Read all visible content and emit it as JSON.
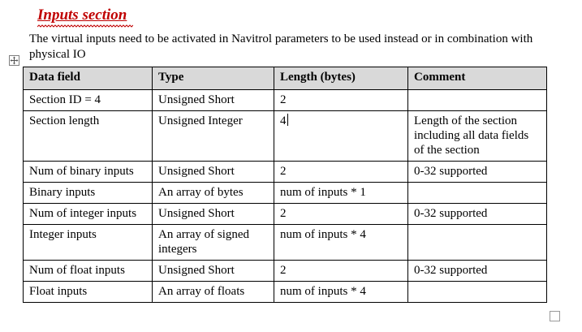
{
  "document": {
    "heading": "Inputs section",
    "intro": "The virtual inputs need to be activated in Navitrol parameters to be used instead or in combination with physical IO"
  },
  "colors": {
    "heading": "#c00000",
    "header_fill": "#d9d9d9"
  },
  "table": {
    "headers": [
      "Data field",
      "Type",
      "Length (bytes)",
      "Comment"
    ],
    "rows": [
      [
        "Section ID = 4",
        "Unsigned Short",
        "2",
        ""
      ],
      [
        "Section length",
        "Unsigned Integer",
        "4",
        "Length of the section including all data fields of the section"
      ],
      [
        "Num of binary inputs",
        "Unsigned Short",
        "2",
        "0-32 supported"
      ],
      [
        "Binary inputs",
        "An array of bytes",
        "num of inputs * 1",
        ""
      ],
      [
        "Num of integer inputs",
        "Unsigned Short",
        "2",
        "0-32 supported"
      ],
      [
        "Integer inputs",
        "An array of signed integers",
        "num of inputs * 4",
        ""
      ],
      [
        "Num of float inputs",
        "Unsigned Short",
        "2",
        "0-32 supported"
      ],
      [
        "Float inputs",
        "An array of floats",
        "num of inputs * 4",
        ""
      ]
    ]
  },
  "icons": {
    "move": "table-move-handle-icon",
    "resize": "table-resize-handle-icon"
  }
}
